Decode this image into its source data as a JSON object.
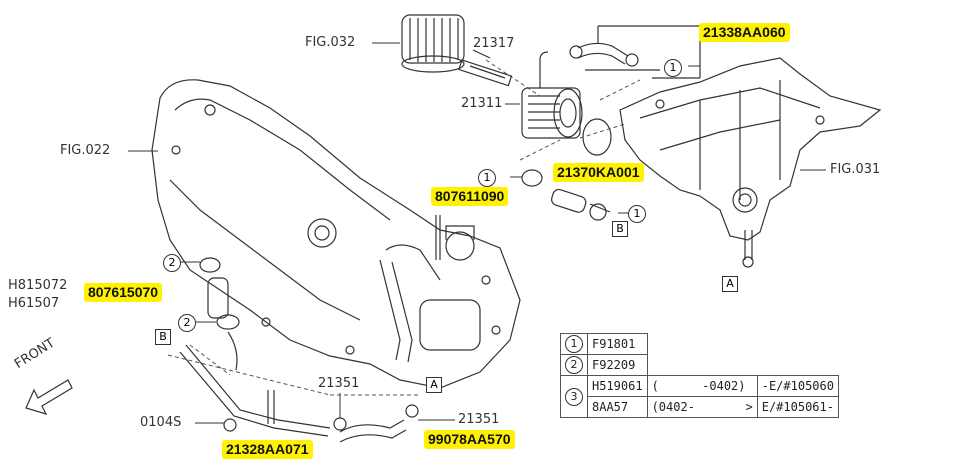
{
  "labels": {
    "fig032": "FIG.032",
    "fig022": "FIG.022",
    "fig031": "FIG.031",
    "p21317": "21317",
    "p21311": "21311",
    "p21351a": "21351",
    "p21351b": "21351",
    "p0104s": "0104S",
    "h815072": "H815072",
    "h61507": "H61507",
    "front": "FRONT"
  },
  "highlighted_parts": {
    "hp_21338AA060": "21338AA060",
    "hp_21370KA001": "21370KA001",
    "hp_807611090": "807611090",
    "hp_807615070": "807615070",
    "hp_21328AA071": "21328AA071",
    "hp_99078AA570": "99078AA570"
  },
  "callouts": {
    "circle_1": "1",
    "circle_2": "2",
    "circle_3": "3",
    "box_a": "A",
    "box_b": "B"
  },
  "legend": {
    "rows": [
      {
        "ref": "1",
        "part": "F91801",
        "range": "",
        "note": ""
      },
      {
        "ref": "2",
        "part": "F92209",
        "range": "",
        "note": ""
      },
      {
        "ref": "3",
        "part": "H519061",
        "range": "(      -0402)",
        "note": "-E/#105060"
      },
      {
        "ref": "",
        "part": "8AA57",
        "range": "(0402-       >",
        "note": "E/#105061-"
      }
    ]
  },
  "colors": {
    "highlight": "#fff200",
    "line": "#333333"
  }
}
